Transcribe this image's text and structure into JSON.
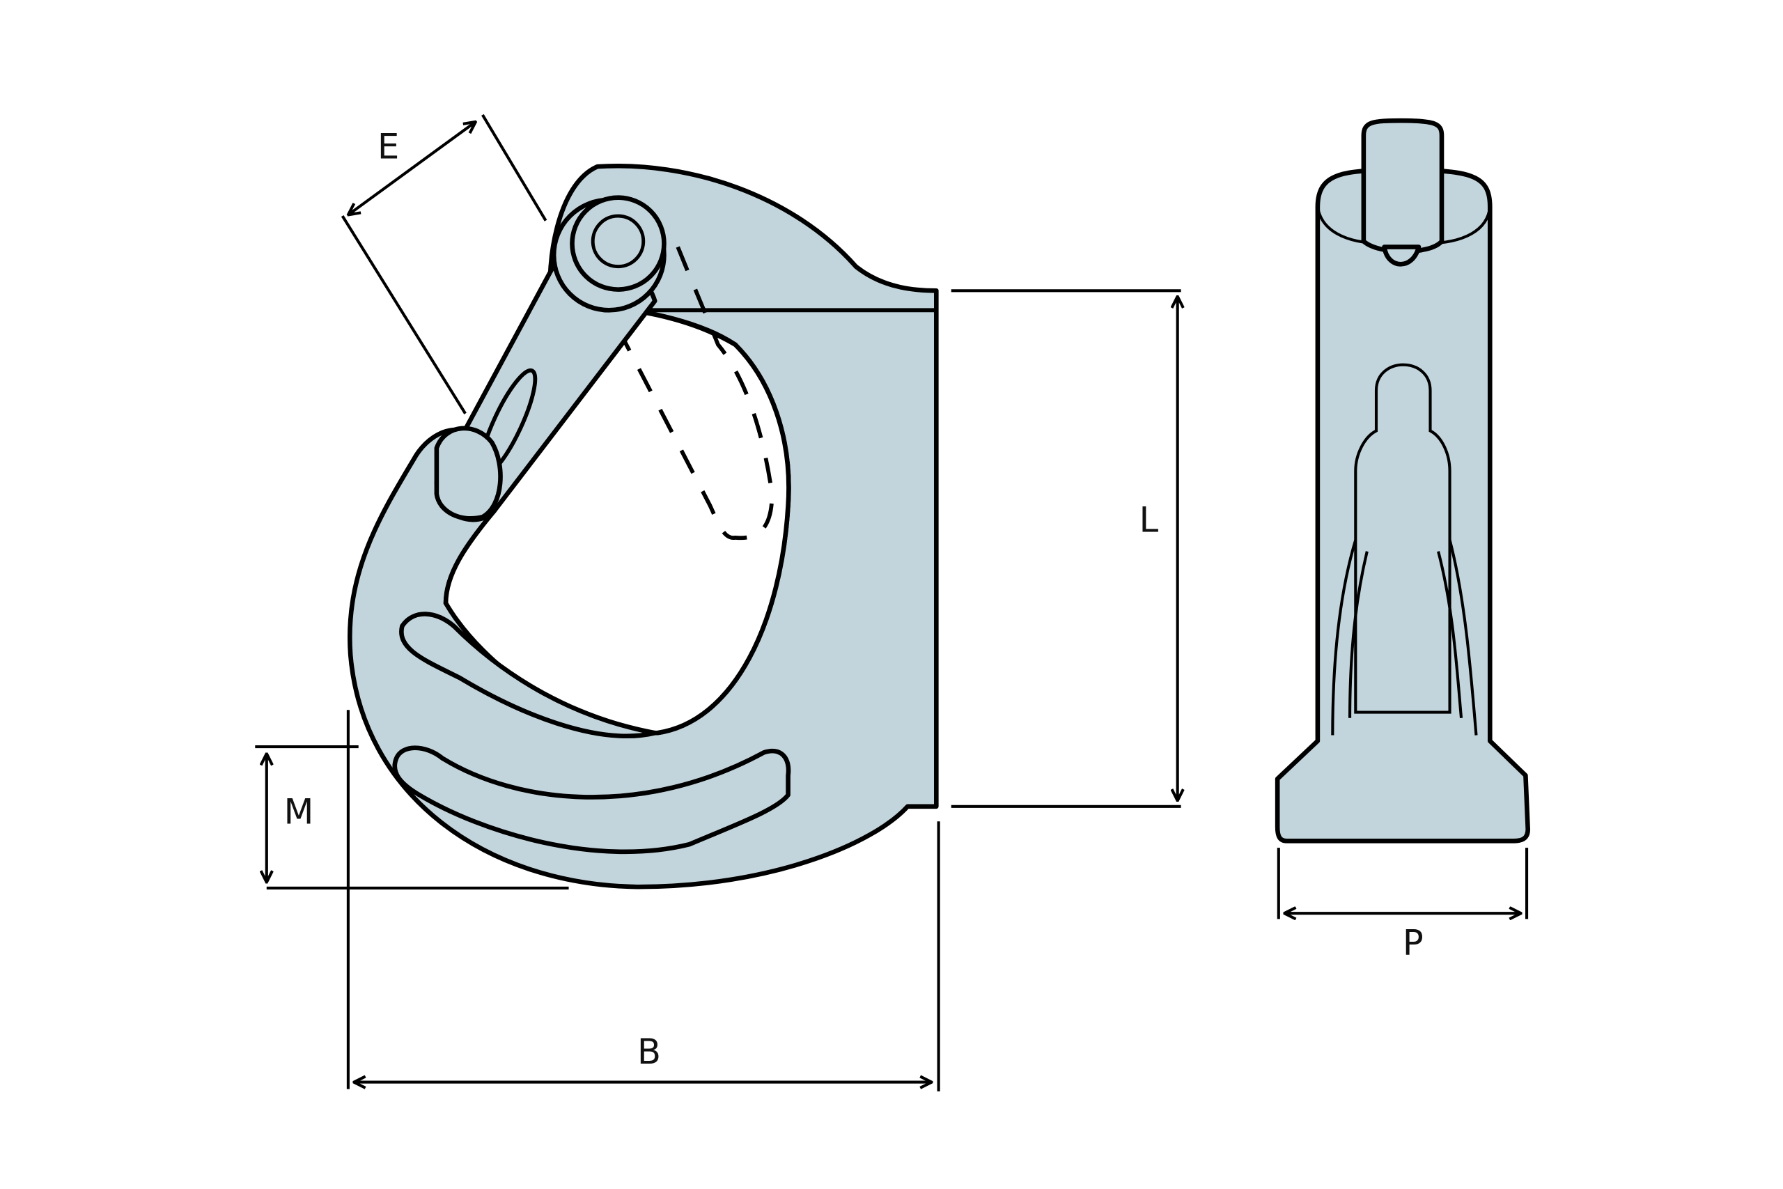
{
  "diagram": {
    "colors": {
      "fill": "#c3d5dc",
      "line": "#000000",
      "background": "#ffffff"
    },
    "dimensions": {
      "E": "E",
      "L": "L",
      "M": "M",
      "B": "B",
      "P": "P"
    }
  }
}
